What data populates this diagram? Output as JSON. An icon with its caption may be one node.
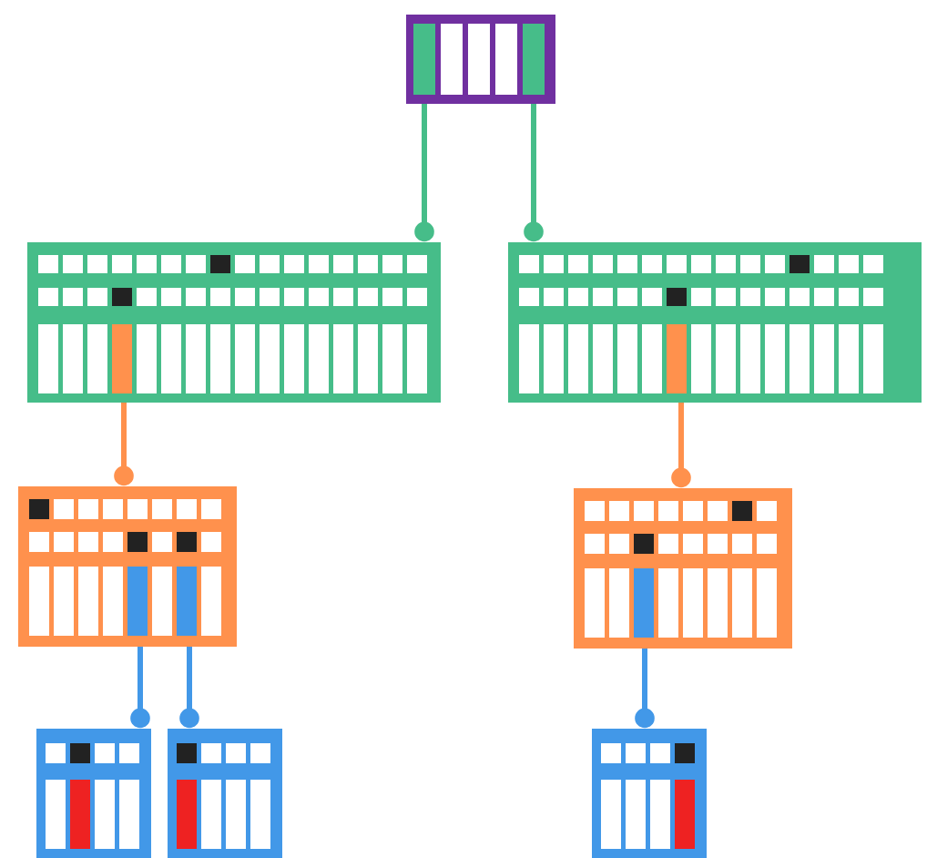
{
  "diagram": {
    "nodes": [
      {
        "text": [],
        "shape": "box"
      },
      {
        "text": [],
        "shape": "box"
      },
      {
        "text": [],
        "shape": "box"
      },
      {
        "text": [],
        "shape": "box"
      },
      {
        "text": [],
        "shape": "box"
      },
      {
        "text": [],
        "shape": "box"
      },
      {
        "text": [],
        "shape": "box"
      },
      {
        "text": [],
        "shape": "box"
      }
    ],
    "edges": [
      {
        "from": 0,
        "to": 1,
        "arrow": "other",
        "color": "#46bd89"
      },
      {
        "from": 0,
        "to": 2,
        "arrow": "other",
        "color": "#46bd89"
      },
      {
        "from": 1,
        "to": 3,
        "arrow": "other",
        "color": "#ff914d"
      },
      {
        "from": 2,
        "to": 4,
        "arrow": "other",
        "color": "#ff914d"
      },
      {
        "from": 3,
        "to": 5,
        "arrow": "other",
        "color": "#4298e8"
      },
      {
        "from": 3,
        "to": 6,
        "arrow": "other",
        "color": "#4298e8"
      },
      {
        "from": 4,
        "to": 7,
        "arrow": "other",
        "color": "#4298e8"
      }
    ]
  }
}
